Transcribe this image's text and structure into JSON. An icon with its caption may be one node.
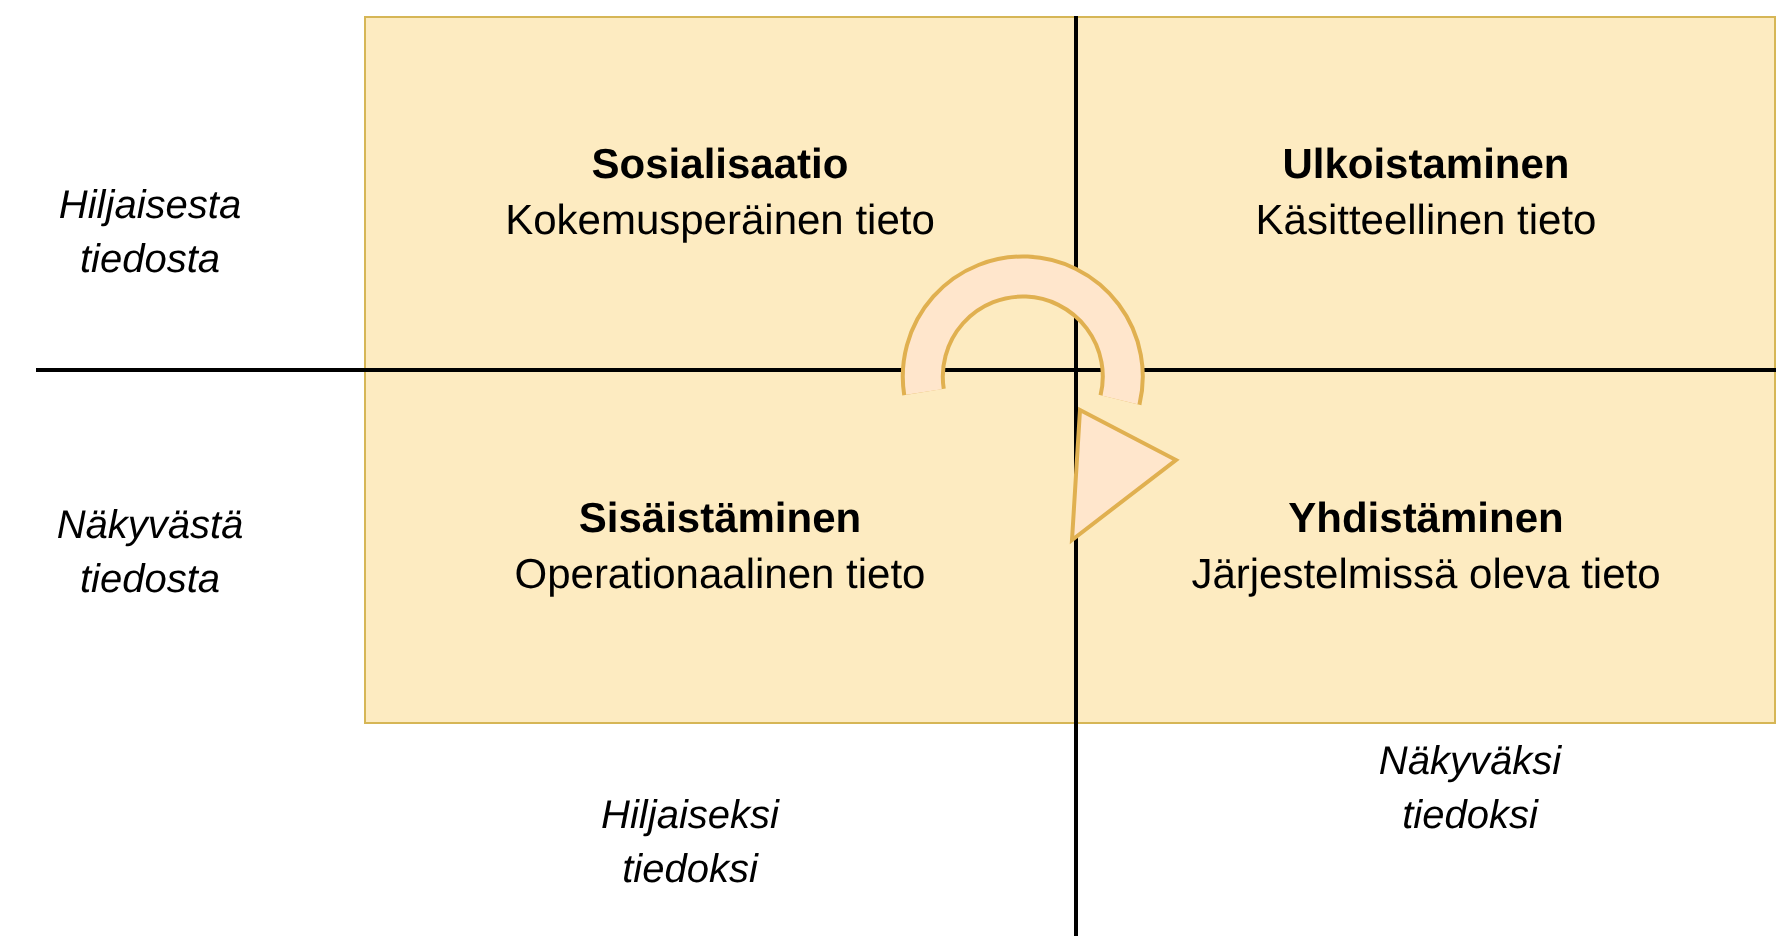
{
  "diagram": {
    "nodes": [
      {
        "text": [
          "Sosialisaatio",
          "Kokemusperäinen tieto"
        ]
      },
      {
        "text": [
          "Ulkoistaminen",
          "Käsitteellinen tieto"
        ]
      },
      {
        "text": [
          "Sisäistäminen",
          "Operationaalinen tieto"
        ]
      },
      {
        "text": [
          "Yhdistäminen",
          "Järjestelmissä oleva tieto"
        ]
      }
    ],
    "labels": [
      "Hiljaisesta tiedosta",
      "Näkyvästä tiedosta",
      "Hiljaiseksi tiedoksi",
      "Näkyväksi tiedoksi"
    ]
  }
}
